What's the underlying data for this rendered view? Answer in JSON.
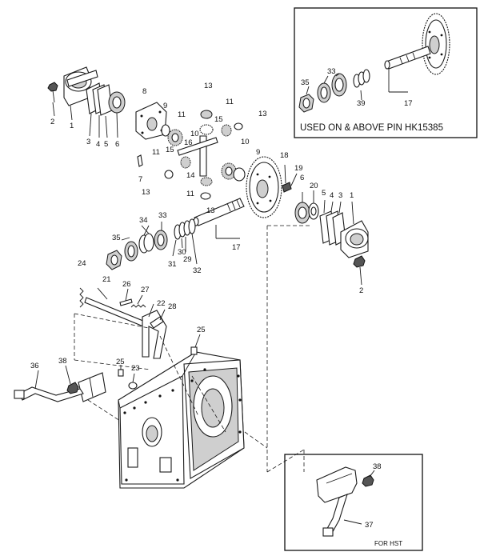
{
  "inset_top": {
    "caption": "USED ON & ABOVE PIN HK15385",
    "labels": [
      "35",
      "33",
      "39",
      "17"
    ]
  },
  "inset_bottom": {
    "caption": "FOR HST",
    "labels": [
      "38",
      "37"
    ]
  },
  "callouts": {
    "c1a": "1",
    "c1b": "1",
    "c2a": "2",
    "c2b": "2",
    "c3a": "3",
    "c3b": "3",
    "c4a": "4",
    "c4b": "4",
    "c5a": "5",
    "c5b": "5",
    "c6a": "6",
    "c6b": "6",
    "c7": "7",
    "c8": "8",
    "c9a": "9",
    "c9b": "9",
    "c10a": "10",
    "c10b": "10",
    "c11a": "11",
    "c11b": "11",
    "c11c": "11",
    "c11d": "11",
    "c13a": "13",
    "c13b": "13",
    "c13c": "13",
    "c13d": "13",
    "c14": "14",
    "c15a": "15",
    "c15b": "15",
    "c16": "16",
    "c17": "17",
    "c18": "18",
    "c19": "19",
    "c20": "20",
    "c21": "21",
    "c22": "22",
    "c23": "23",
    "c24": "24",
    "c25a": "25",
    "c25b": "25",
    "c26": "26",
    "c27": "27",
    "c28": "28",
    "c29": "29",
    "c30": "30",
    "c31": "31",
    "c32": "32",
    "c33": "33",
    "c34": "34",
    "c35": "35",
    "c36": "36",
    "c38": "38"
  }
}
